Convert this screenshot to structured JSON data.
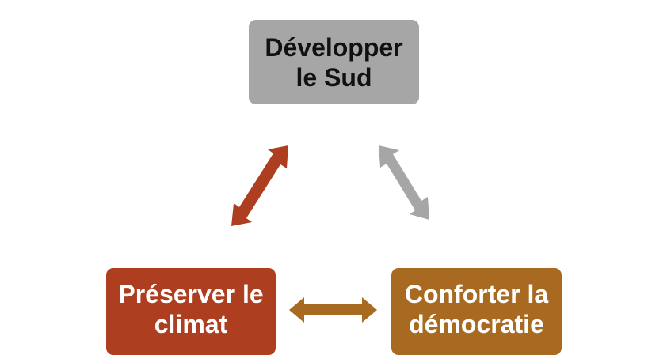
{
  "nodes": {
    "top": {
      "line1": "Développer",
      "line2": "le Sud",
      "color": "#a6a6a6"
    },
    "left": {
      "line1": "Préserver le",
      "line2": "climat",
      "color": "#ad3e1f"
    },
    "right": {
      "line1": "Conforter la",
      "line2": "démocratie",
      "color": "#a86a21"
    }
  },
  "arrows": {
    "left_color": "#ad3e1f",
    "right_color": "#a6a6a6",
    "bottom_color": "#a86a21"
  }
}
